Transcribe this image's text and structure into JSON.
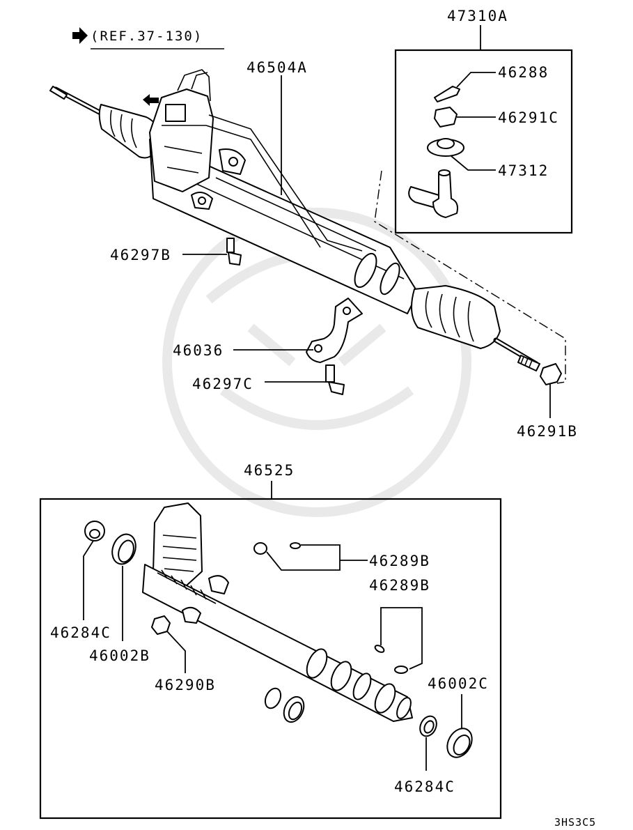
{
  "diagram": {
    "reference": "(REF.37-130)",
    "footer_code": "3HS3C5",
    "labels": {
      "p47310A": "47310A",
      "p46288": "46288",
      "p46291C": "46291C",
      "p47312": "47312",
      "p46504A": "46504A",
      "p46297B": "46297B",
      "p46036": "46036",
      "p46297C": "46297C",
      "p46291B": "46291B",
      "p46525": "46525",
      "p46289B_a": "46289B",
      "p46289B_b": "46289B",
      "p46284C_a": "46284C",
      "p46002B": "46002B",
      "p46290B": "46290B",
      "p46002C": "46002C",
      "p46284C_b": "46284C"
    }
  }
}
